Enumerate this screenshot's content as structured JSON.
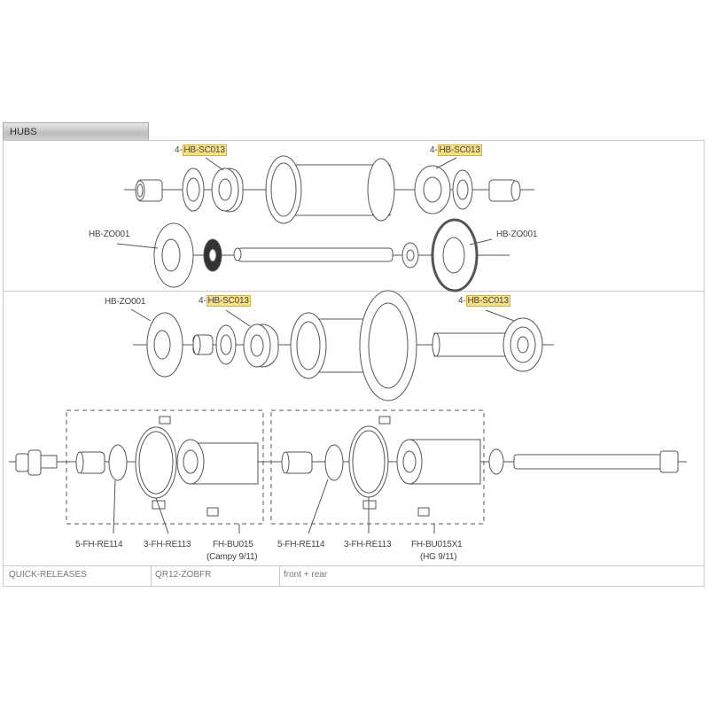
{
  "section_title": "HUBS",
  "front_hub": {
    "bearing_left": {
      "prefix": "4-",
      "code": "HB-SC013"
    },
    "bearing_right": {
      "prefix": "4-",
      "code": "HB-SC013"
    },
    "endcap_left": "HB-ZO001",
    "endcap_right": "HB-ZO001"
  },
  "rear_hub": {
    "endcap": "HB-ZO001",
    "bearing_left": {
      "prefix": "4-",
      "code": "HB-SC013"
    },
    "bearing_right": {
      "prefix": "4-",
      "code": "HB-SC013"
    },
    "campy": {
      "spacer": "5-FH-RE114",
      "pawls": "3-FH-RE113",
      "body": "FH-BU015",
      "body_note": "(Campy 9/11)"
    },
    "shimano": {
      "spacer": "5-FH-RE114",
      "pawls": "3-FH-RE113",
      "body": "FH-BU015X1",
      "body_note": "(HG 9/11)"
    }
  },
  "table": {
    "category": "QUICK-RELEASES",
    "code": "QR12-ZOBFR",
    "note": "front + rear"
  },
  "colors": {
    "highlight": "#f7e08a",
    "line": "#555555",
    "border": "#c8c8c8"
  }
}
